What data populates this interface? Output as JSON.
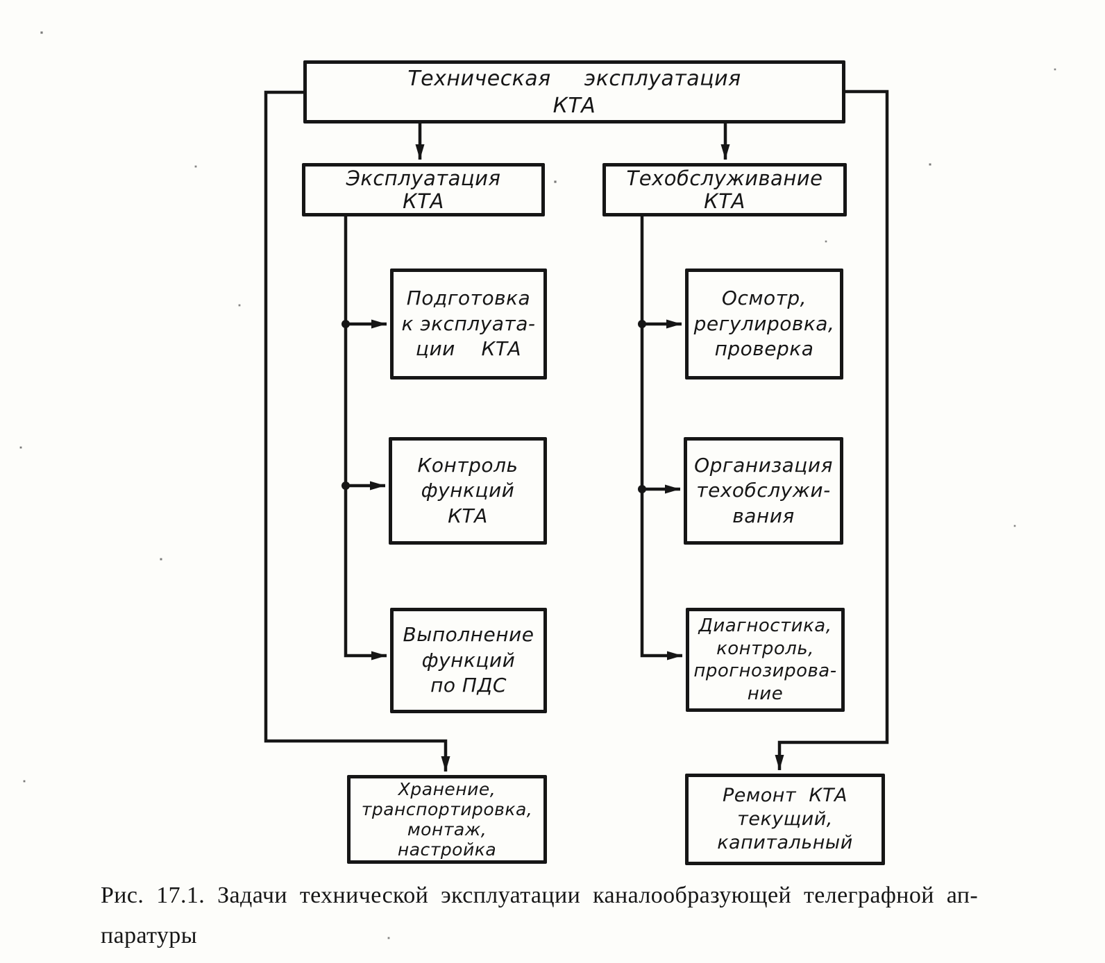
{
  "colors": {
    "ink": "#161616",
    "paper": "#fdfdfa"
  },
  "diagram": {
    "root": "Техническая  эксплуатация\nКТА",
    "operation": "Эксплуатация\nКТА",
    "maintenance": "Техобслуживание\nКТА",
    "operation_tasks": [
      "Подготовка\nк эксплуата-\nции    КТА",
      "Контроль\nфункций\nКТА",
      "Выполнение\nфункций\nпо ПДС"
    ],
    "maintenance_tasks": [
      "Осмотр,\nрегулировка,\nпроверка",
      "Организация\nтехобслужи-\nвания",
      "Диагностика,\nконтроль,\nпрогнозирова-\nние"
    ],
    "storage": "Хранение,\nтранспортировка,\nмонтаж,\nнастройка",
    "repair": "Ремонт  КТА\nтекущий,\nкапитальный"
  },
  "caption": "Рис. 17.1. Задачи технической эксплуатации каналообразующей телеграфной ап-\nпаратуры"
}
